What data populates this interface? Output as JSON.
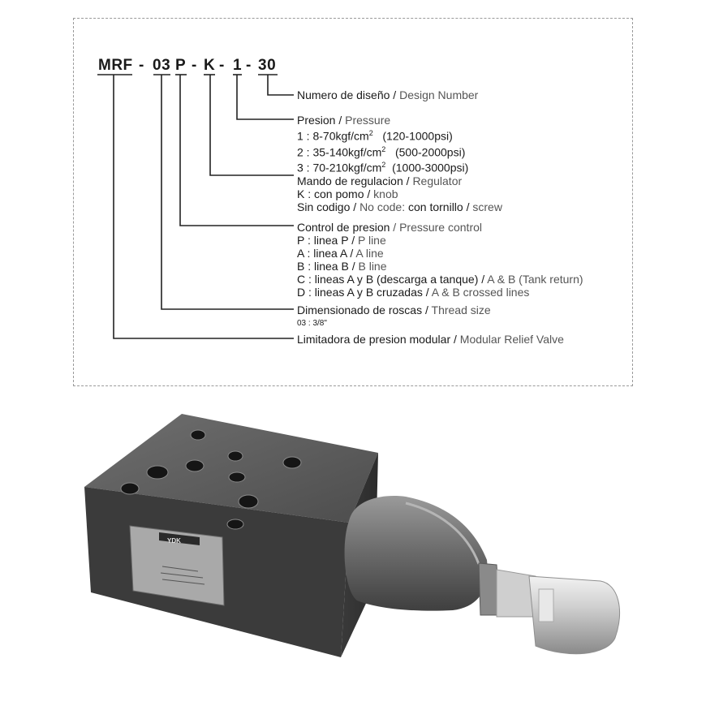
{
  "code": {
    "mrf": "MRF",
    "d1": "-",
    "size": "03",
    "control": "P",
    "d2": "-",
    "regulator": "K",
    "d3": "-",
    "pressure": "1",
    "d4": "-",
    "design": "30"
  },
  "design": {
    "es": "Numero de diseño /",
    "en": "Design Number"
  },
  "pressure": {
    "es": "Presion /",
    "en": "Pressure",
    "opt1_a": "1 : 8-70kgf/cm",
    "opt1_sup": "2",
    "opt1_b": "(120-1000psi)",
    "opt2_a": "2 : 35-140kgf/cm",
    "opt2_sup": "2",
    "opt2_b": "(500-2000psi)",
    "opt3_a": "3 : 70-210kgf/cm",
    "opt3_sup": "2",
    "opt3_b": "(1000-3000psi)"
  },
  "regulator": {
    "es": "Mando de regulacion /",
    "en": "Regulator",
    "k_es": "K : con pomo /",
    "k_en": "knob",
    "nc_es1": "Sin codigo /",
    "nc_en1": "No code:",
    "nc_es2": "con tornillo /",
    "nc_en2": "screw"
  },
  "control": {
    "es": "Control de presion",
    "en": "/ Pressure control",
    "p_es": "P : linea P /",
    "p_en": "P line",
    "a_es": "A : linea A /",
    "a_en": "A line",
    "b_es": "B : linea B /",
    "b_en": "B line",
    "c_es": "C : lineas A y B (descarga a tanque) /",
    "c_en": "A & B (Tank return)",
    "d_es": "D : lineas A y B cruzadas /",
    "d_en": "A & B crossed lines"
  },
  "thread": {
    "es": "Dimensionado de roscas /",
    "en": "Thread size",
    "opt": "03 : 3/8\""
  },
  "valve": {
    "es": "Limitadora de presion modular /",
    "en": "Modular Relief Valve"
  },
  "photo": {
    "brand": "YDK"
  }
}
